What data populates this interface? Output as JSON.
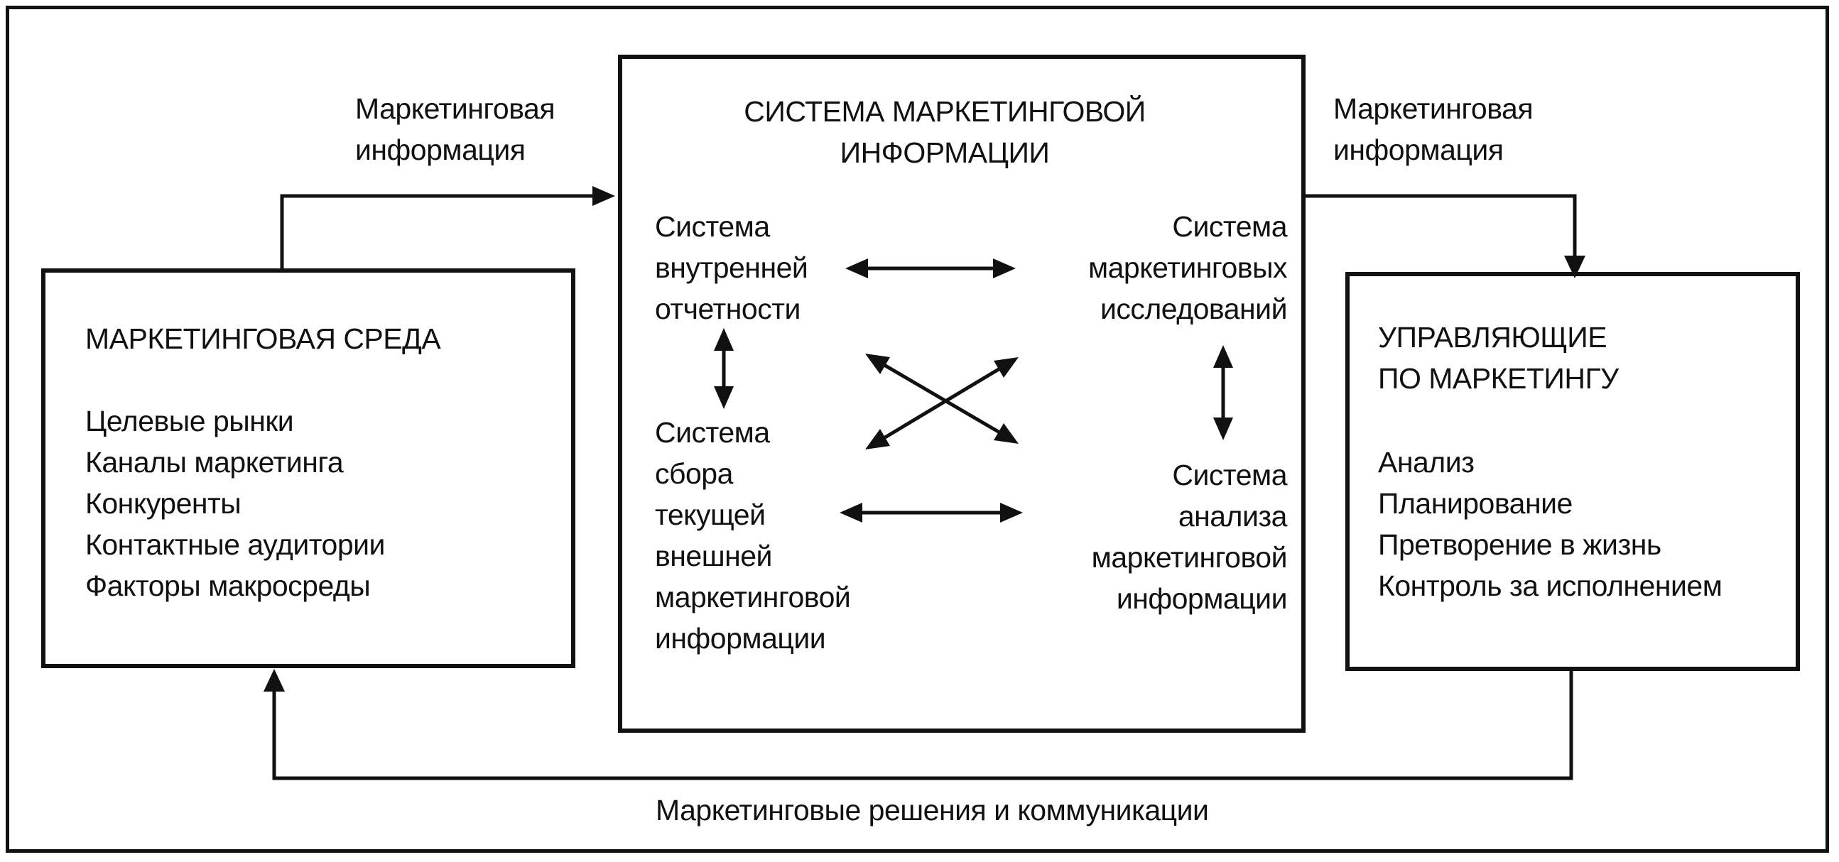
{
  "labels": {
    "info_left": [
      "Маркетинговая",
      "информация"
    ],
    "info_right": [
      "Маркетинговая",
      "информация"
    ],
    "bottom": "Маркетинговые решения  и коммуникации"
  },
  "env_box": {
    "title": "МАРКЕТИНГОВАЯ СРЕДА",
    "items": [
      "Целевые рынки",
      "Каналы маркетинга",
      "Конкуренты",
      "Контактные аудитории",
      "Факторы макросреды"
    ]
  },
  "mis_box": {
    "title": [
      "СИСТЕМА МАРКЕТИНГОВОЙ",
      "ИНФОРМАЦИИ"
    ],
    "internal": [
      "Система",
      "внутренней",
      "отчетности"
    ],
    "research": [
      "Система",
      "маркетинговых",
      "исследований"
    ],
    "intelligence": [
      "Система",
      "сбора",
      "текущей",
      "внешней",
      "маркетинговой",
      "информации"
    ],
    "analysis": [
      "Система",
      "анализа",
      "маркетинговой",
      "информации"
    ]
  },
  "managers_box": {
    "title": [
      "УПРАВЛЯЮЩИЕ",
      "ПО МАРКЕТИНГУ"
    ],
    "items": [
      "Анализ",
      "Планирование",
      "Претворение в жизнь",
      "Контроль за исполнением"
    ]
  }
}
